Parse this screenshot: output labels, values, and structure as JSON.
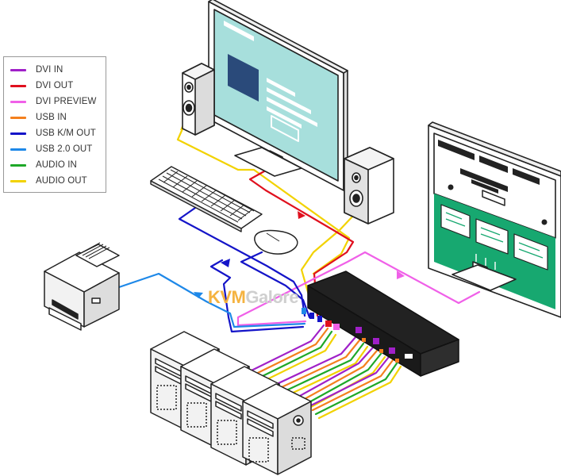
{
  "legend": {
    "items": [
      {
        "label": "DVI IN",
        "color": "#a020c8",
        "key": "dvi-in"
      },
      {
        "label": "DVI OUT",
        "color": "#e0101e",
        "key": "dvi-out"
      },
      {
        "label": "DVI PREVIEW",
        "color": "#f060e8",
        "key": "dvi-preview"
      },
      {
        "label": "USB IN",
        "color": "#f4801e",
        "key": "usb-in"
      },
      {
        "label": "USB K/M OUT",
        "color": "#1414c8",
        "key": "usb-km-out"
      },
      {
        "label": "USB 2.0 OUT",
        "color": "#1e88e8",
        "key": "usb-20-out"
      },
      {
        "label": "AUDIO IN",
        "color": "#1ea828",
        "key": "audio-in"
      },
      {
        "label": "AUDIO OUT",
        "color": "#f2d200",
        "key": "audio-out"
      }
    ]
  },
  "watermark": {
    "part1": "KVM",
    "part2": "Galore"
  },
  "colors": {
    "outline": "#222222",
    "monitor_screen": "#a7dfdc",
    "screen_block": "#2a4a7a",
    "green_screen": "#17a870",
    "kvm_body": "#222222"
  }
}
